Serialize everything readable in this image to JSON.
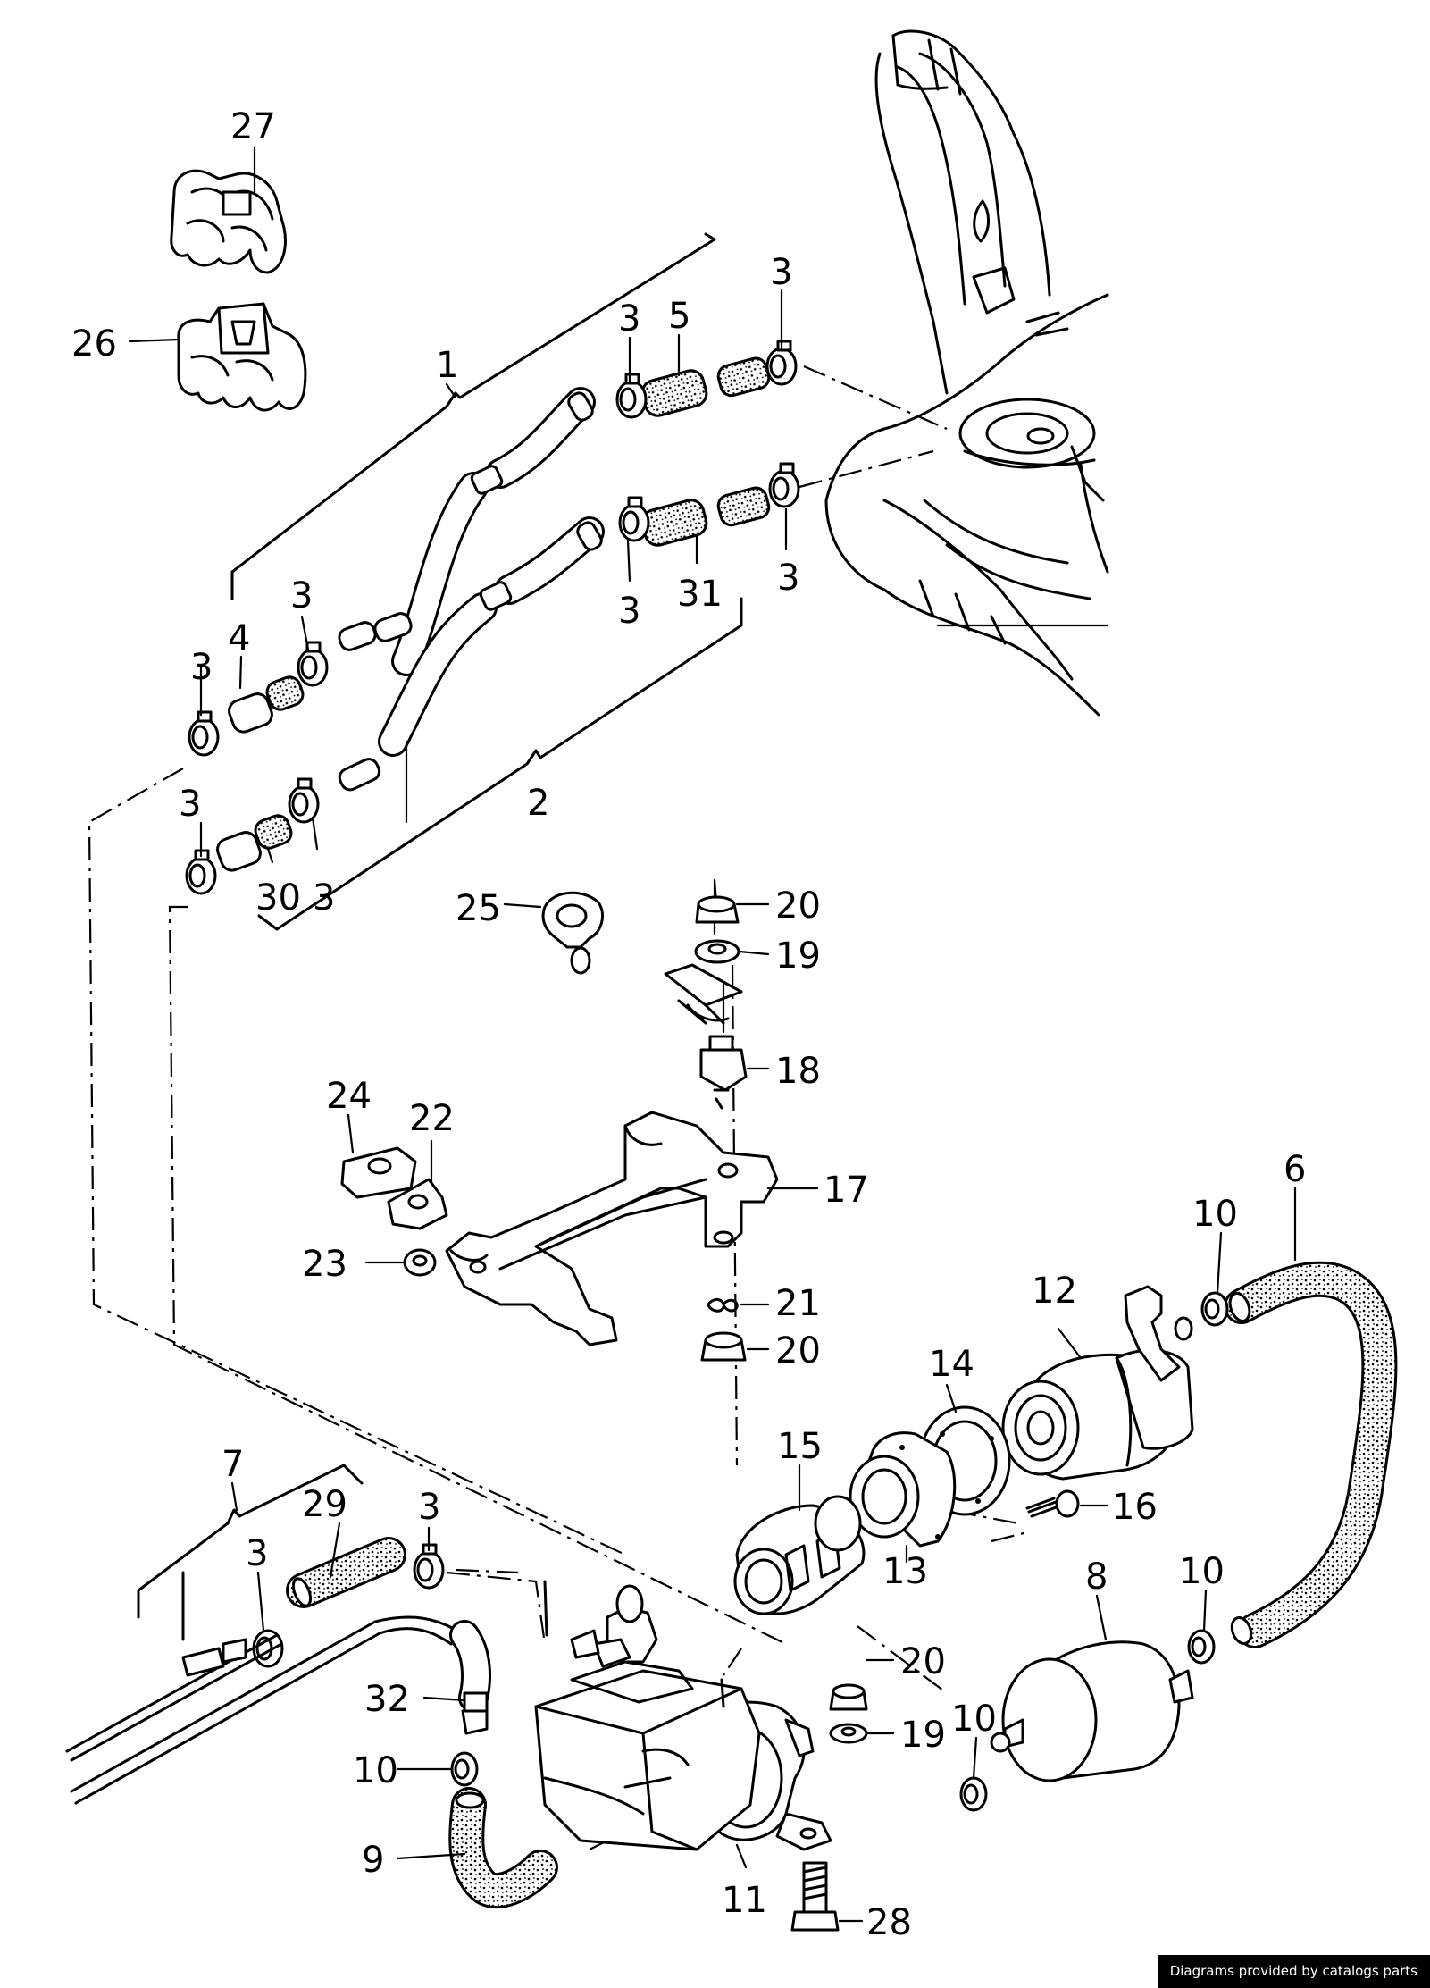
{
  "footer": {
    "credit": "Diagrams provided by catalogs parts"
  },
  "callouts": [
    {
      "id": "27",
      "label": "27"
    },
    {
      "id": "26",
      "label": "26"
    },
    {
      "id": "1",
      "label": "1"
    },
    {
      "id": "3a",
      "label": "3"
    },
    {
      "id": "5",
      "label": "5"
    },
    {
      "id": "3b",
      "label": "3"
    },
    {
      "id": "3c",
      "label": "3"
    },
    {
      "id": "31",
      "label": "31"
    },
    {
      "id": "3d",
      "label": "3"
    },
    {
      "id": "3e",
      "label": "3"
    },
    {
      "id": "4",
      "label": "4"
    },
    {
      "id": "3f",
      "label": "3"
    },
    {
      "id": "2",
      "label": "2"
    },
    {
      "id": "3g",
      "label": "3"
    },
    {
      "id": "30",
      "label": "30"
    },
    {
      "id": "3h",
      "label": "3"
    },
    {
      "id": "25",
      "label": "25"
    },
    {
      "id": "20a",
      "label": "20"
    },
    {
      "id": "19a",
      "label": "19"
    },
    {
      "id": "18",
      "label": "18"
    },
    {
      "id": "24",
      "label": "24"
    },
    {
      "id": "22",
      "label": "22"
    },
    {
      "id": "17",
      "label": "17"
    },
    {
      "id": "23",
      "label": "23"
    },
    {
      "id": "6",
      "label": "6"
    },
    {
      "id": "10a",
      "label": "10"
    },
    {
      "id": "12",
      "label": "12"
    },
    {
      "id": "21",
      "label": "21"
    },
    {
      "id": "20b",
      "label": "20"
    },
    {
      "id": "14",
      "label": "14"
    },
    {
      "id": "15",
      "label": "15"
    },
    {
      "id": "16",
      "label": "16"
    },
    {
      "id": "7",
      "label": "7"
    },
    {
      "id": "29",
      "label": "29"
    },
    {
      "id": "3i",
      "label": "3"
    },
    {
      "id": "3j",
      "label": "3"
    },
    {
      "id": "13",
      "label": "13"
    },
    {
      "id": "8",
      "label": "8"
    },
    {
      "id": "10b",
      "label": "10"
    },
    {
      "id": "20c",
      "label": "20"
    },
    {
      "id": "32",
      "label": "32"
    },
    {
      "id": "19b",
      "label": "19"
    },
    {
      "id": "10c",
      "label": "10"
    },
    {
      "id": "10d",
      "label": "10"
    },
    {
      "id": "9",
      "label": "9"
    },
    {
      "id": "11",
      "label": "11"
    },
    {
      "id": "28",
      "label": "28"
    }
  ]
}
